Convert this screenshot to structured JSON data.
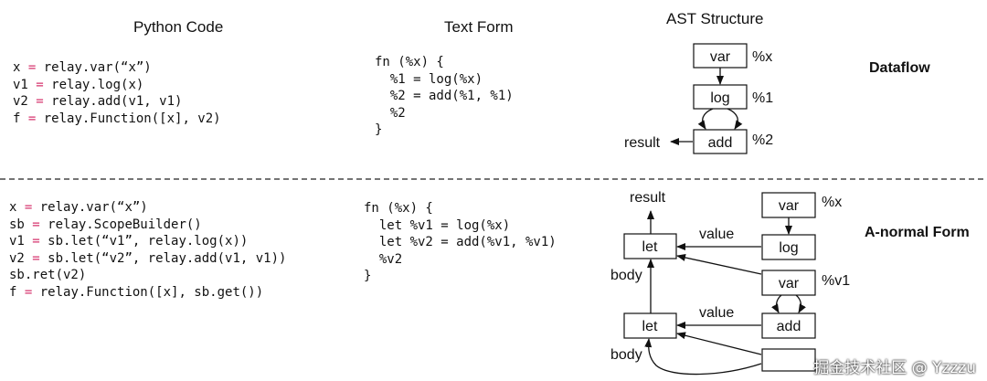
{
  "headers": {
    "python": "Python Code",
    "text": "Text Form",
    "ast": "AST Structure"
  },
  "top_python": {
    "l1a": "x ",
    "l1op": "=",
    "l1b": " relay.var(“x”)",
    "l2a": "v1 ",
    "l2op": "=",
    "l2b": " relay.log(x)",
    "l3a": "v2 ",
    "l3op": "=",
    "l3b": " relay.add(v1, v1)",
    "l4a": "f ",
    "l4op": "=",
    "l4b": " relay.Function([x], v2)"
  },
  "top_text": [
    "fn (%x) {",
    "  %1 = log(%x)",
    "  %2 = add(%1, %1)",
    "  %2",
    "}"
  ],
  "bottom_python": {
    "l1a": "x ",
    "l1op": "=",
    "l1b": " relay.var(“x”)",
    "l2a": "sb ",
    "l2op": "=",
    "l2b": " relay.ScopeBuilder()",
    "l3a": "v1 ",
    "l3op": "=",
    "l3b": " sb.let(“v1”, relay.log(x))",
    "l4a": "v2 ",
    "l4op": "=",
    "l4b": " sb.let(“v2”, relay.add(v1, v1))",
    "l5": "sb.ret(v2)",
    "l6a": "f ",
    "l6op": "=",
    "l6b": " relay.Function([x], sb.get())"
  },
  "bottom_text": [
    "fn (%x) {",
    "  let %v1 = log(%x)",
    "  let %v2 = add(%v1, %v1)",
    "  %v2",
    "}"
  ],
  "labels": {
    "dataflow": "Dataflow",
    "anf": "A-normal Form"
  },
  "top_graph": {
    "var": "var",
    "log": "log",
    "add": "add",
    "x": "%x",
    "n1": "%1",
    "n2": "%2",
    "result": "result"
  },
  "bottom_graph": {
    "result": "result",
    "let1": "let",
    "let2": "let",
    "var_x": "var",
    "log": "log",
    "var_v1": "var",
    "add": "add",
    "x": "%x",
    "v1": "%v1",
    "value1": "value",
    "value2": "value",
    "body1": "body",
    "body2": "body"
  },
  "watermark": "掘金技术社区 @ Yzzzu",
  "colors": {
    "operator": "#d6336c"
  }
}
